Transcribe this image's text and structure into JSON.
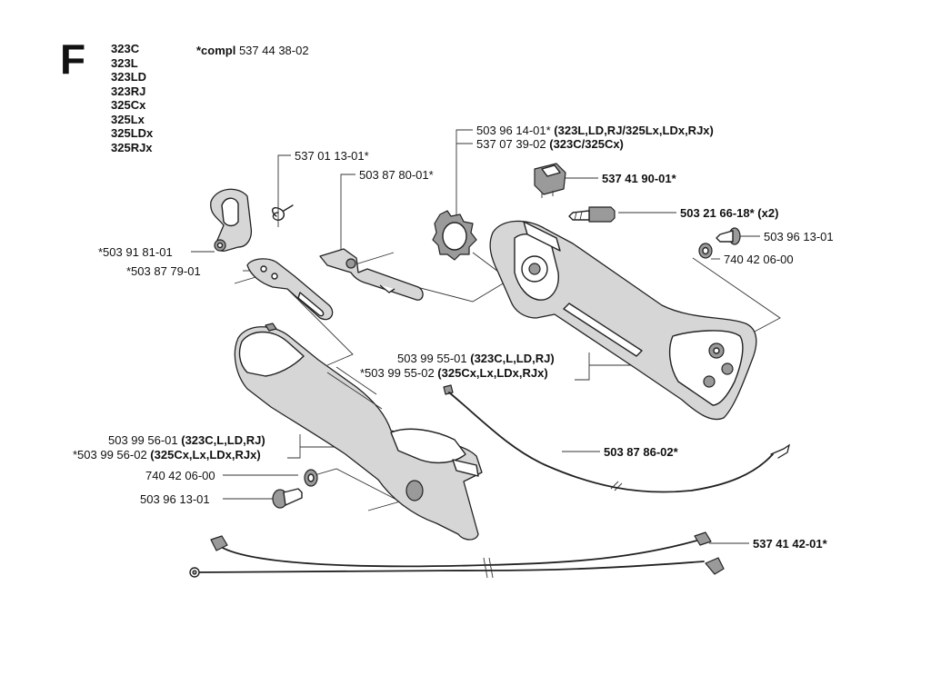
{
  "section_letter": "F",
  "models": [
    "323C",
    "323L",
    "323LD",
    "323RJ",
    "325Cx",
    "325Lx",
    "325LDx",
    "325RJx"
  ],
  "compl": {
    "bold": "*compl",
    "value": " 537 44 38-02"
  },
  "labels": {
    "p_537011301": "537 01 13-01*",
    "p_503878001": "503 87 80-01*",
    "p_503961401_num": "503 96 14-01* ",
    "p_503961401_models": "(323L,LD,RJ/325Lx,LDx,RJx)",
    "p_537073902_num": "537 07 39-02 ",
    "p_537073902_models": "(323C/325Cx)",
    "p_537419001": "537 41 90-01*",
    "p_503216618": "503 21 66-18* (x2)",
    "p_503961301_right": "503 96 13-01",
    "p_740420600_right": "740 42 06-00",
    "p_503918101": "*503 91 81-01",
    "p_503877901": "*503 87 79-01",
    "p_503995501_num": "503 99 55-01 ",
    "p_503995501_models": "(323C,L,LD,RJ)",
    "p_503995502_num": "*503 99 55-02 ",
    "p_503995502_models": "(325Cx,Lx,LDx,RJx)",
    "p_503995601_num": "503 99 56-01 ",
    "p_503995601_models": "(323C,L,LD,RJ)",
    "p_503995602_num": "*503 99 56-02 ",
    "p_503995602_models": "(325Cx,Lx,LDx,RJx)",
    "p_740420600_left": "740 42 06-00",
    "p_503961301_left": "503 96 13-01",
    "p_503878602": "503 87 86-02*",
    "p_537414201": "537 41 42-01*"
  }
}
